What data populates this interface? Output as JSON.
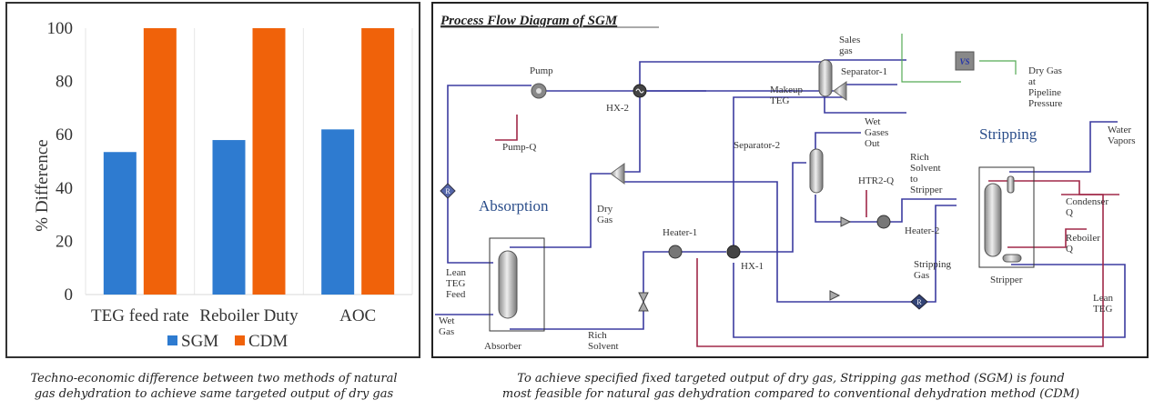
{
  "chart_data": {
    "type": "bar",
    "title": "",
    "xlabel": "",
    "ylabel": "% Difference",
    "ylim": [
      0,
      100
    ],
    "yticks": [
      0,
      20,
      40,
      60,
      80,
      100
    ],
    "categories": [
      "TEG feed rate",
      "Reboiler Duty",
      "AOC"
    ],
    "series": [
      {
        "name": "SGM",
        "color": "#2e7bd0",
        "values": [
          53.5,
          58,
          62
        ]
      },
      {
        "name": "CDM",
        "color": "#f0620a",
        "values": [
          100,
          100,
          100
        ]
      }
    ],
    "grid": "vertical category separators",
    "legend": "bottom"
  },
  "captions": {
    "left_line1": "Techno-economic difference between two methods of natural",
    "left_line2": "gas dehydration to achieve same targeted output of dry gas",
    "right_line1": "To achieve specified fixed targeted output of dry gas, Stripping gas method (SGM) is found",
    "right_line2": "most feasible for natural gas dehydration compared to conventional dehydration method (CDM)"
  },
  "diagram": {
    "title": "Process Flow Diagram of SGM",
    "sections": {
      "absorption": "Absorption",
      "stripping": "Stripping"
    },
    "labels": {
      "pump": "Pump",
      "pump_q": "Pump-Q",
      "hx2": "HX-2",
      "makeup1": "Makeup",
      "makeup2": "TEG",
      "separator1": "Separator-1",
      "sales1": "Sales",
      "sales2": "gas",
      "vs": "VS",
      "dry1": "Dry Gas",
      "dry2": "at",
      "dry3": "Pipeline",
      "dry4": "Pressure",
      "separator2": "Separator-2",
      "wet1": "Wet",
      "wet2": "Gases",
      "wet3": "Out",
      "water1": "Water",
      "water2": "Vapors",
      "htr2q": "HTR2-Q",
      "rich1": "Rich",
      "rich2": "Solvent",
      "rich3": "to",
      "rich4": "Stripper",
      "heater2": "Heater-2",
      "condenser1": "Condenser",
      "condenser2": "Q",
      "reboiler1": "Reboiler",
      "reboiler2": "Q",
      "stripper": "Stripper",
      "stripgas1": "Stripping",
      "stripgas2": "Gas",
      "leanteg1": "Lean",
      "leanteg2": "TEG",
      "drygas1": "Dry",
      "drygas2": "Gas",
      "heater1": "Heater-1",
      "hx1": "HX-1",
      "leanfeed1": "Lean",
      "leanfeed2": "TEG",
      "leanfeed3": "Feed",
      "wetgas1": "Wet",
      "wetgas2": "Gas",
      "absorber": "Absorber",
      "richsolv1": "Rich",
      "richsolv2": "Solvent",
      "recycle": "R"
    }
  }
}
